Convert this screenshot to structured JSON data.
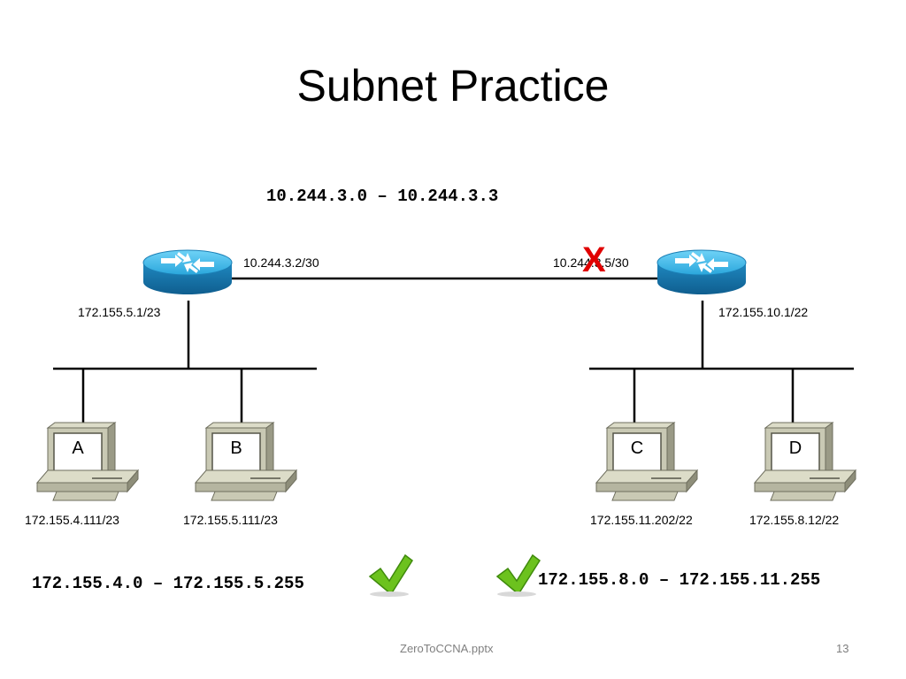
{
  "slide": {
    "title": "Subnet Practice",
    "top_range": "10.244.3.0 – 10.244.3.3",
    "left_router_wan": "10.244.3.2/30",
    "right_router_wan": "10.244.3.5/30",
    "left_router_lan": "172.155.5.1/23",
    "right_router_lan": "172.155.10.1/22",
    "left_range": "172.155.4.0 – 172.155.5.255",
    "right_range": "172.155.8.0 – 172.155.11.255",
    "error_mark": "X",
    "footer_file": "ZeroToCCNA.pptx",
    "page_number": "13"
  },
  "hosts": [
    {
      "label": "A",
      "ip": "172.155.4.111/23"
    },
    {
      "label": "B",
      "ip": "172.155.5.111/23"
    },
    {
      "label": "C",
      "ip": "172.155.11.202/22"
    },
    {
      "label": "D",
      "ip": "172.155.8.12/22"
    }
  ],
  "colors": {
    "router_blue": "#1e8fc8",
    "router_top": "#4fc3ee",
    "error_red": "#e00000",
    "check_green": "#6cc21e",
    "pc_body": "#c9c9b4"
  }
}
